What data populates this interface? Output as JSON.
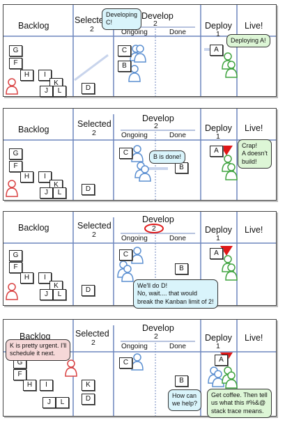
{
  "columns": {
    "backlog": "Backlog",
    "selected": "Selected",
    "develop": "Develop",
    "ongoing": "Ongoing",
    "done": "Done",
    "deploy": "Deploy",
    "live": "Live!"
  },
  "limits": {
    "selected": "2",
    "develop": "2",
    "deploy": "1"
  },
  "cards": {
    "g": "G",
    "f": "F",
    "h": "H",
    "i": "I",
    "k": "K",
    "j": "J",
    "l": "L",
    "d": "D",
    "c": "C",
    "b": "B",
    "a": "A"
  },
  "bubbles": {
    "p1_developing": "Developing\nC!",
    "p1_deploying": "Deploying A!",
    "p2_b_done": "B is done!",
    "p2_crap": "Crap!\nA doesn't\nbuild!",
    "p3_do_d": "We'll do D!\nNo, wait.... that would\nbreak the Kanban limit of 2!",
    "p4_k_urgent": "K is pretty urgent. I'll\nschedule it next.",
    "p4_help": "How can\nwe help?",
    "p4_coffee": "Get coffee. Then tell\nus what this #%&@\nstack trace means."
  },
  "colors": {
    "blue_person": "#5b8fd1",
    "green_person": "#3fa33f",
    "red_person": "#d94040",
    "alert": "#e01818",
    "column_line": "#6d86bd"
  },
  "icons": [
    "person-icon",
    "alert-triangle-icon",
    "highlight-circle-icon",
    "arrow-icon"
  ]
}
